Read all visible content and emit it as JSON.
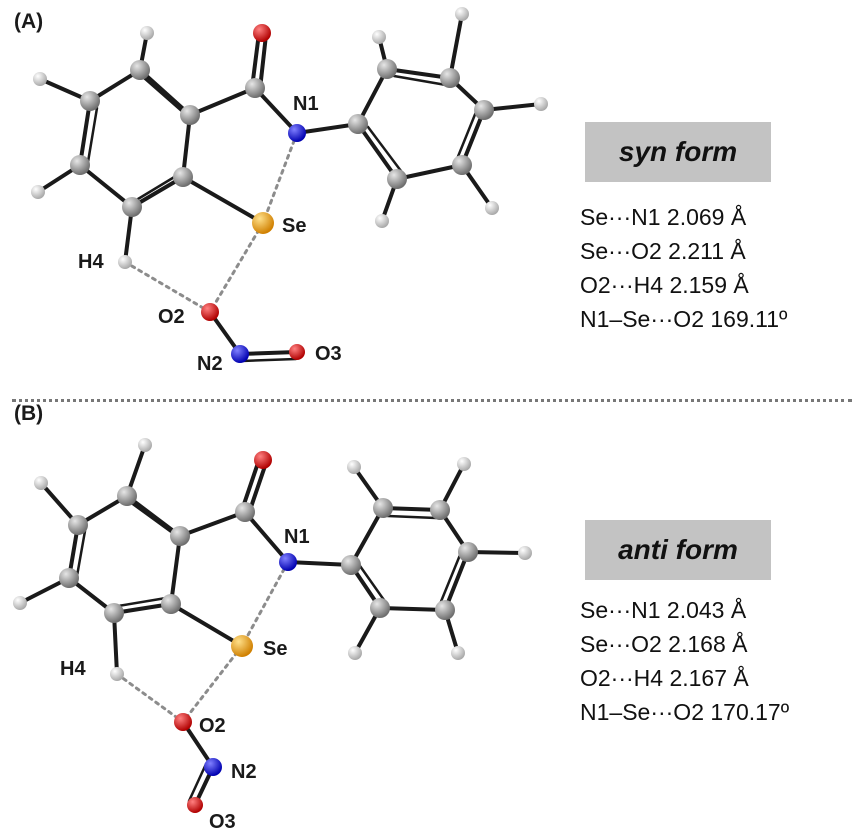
{
  "panels": [
    {
      "label": "(A)",
      "form": "syn form",
      "atom_labels": {
        "n1": "N1",
        "se": "Se",
        "h4": "H4",
        "o2": "O2",
        "n2": "N2",
        "o3": "O3"
      },
      "metrics": [
        "Se···N1 2.069 Å",
        "Se···O2 2.211 Å",
        "O2···H4 2.159 Å",
        "N1–Se···O2 169.11º"
      ]
    },
    {
      "label": "(B)",
      "form": "anti form",
      "atom_labels": {
        "n1": "N1",
        "se": "Se",
        "h4": "H4",
        "o2": "O2",
        "n2": "N2",
        "o3": "O3"
      },
      "metrics": [
        "Se···N1 2.043 Å",
        "Se···O2 2.168 Å",
        "O2···H4 2.167 Å",
        "N1–Se···O2 170.17º"
      ]
    }
  ],
  "colors": {
    "carbon": "#8a8a8a",
    "hydrogen": "#d6d6d6",
    "oxygen": "#d40000",
    "nitrogen": "#1010d8",
    "selenium": "#f0a020",
    "bond": "#1a1a1a",
    "contact": "#8c8c8c",
    "form_box": "#c3c3c3"
  }
}
